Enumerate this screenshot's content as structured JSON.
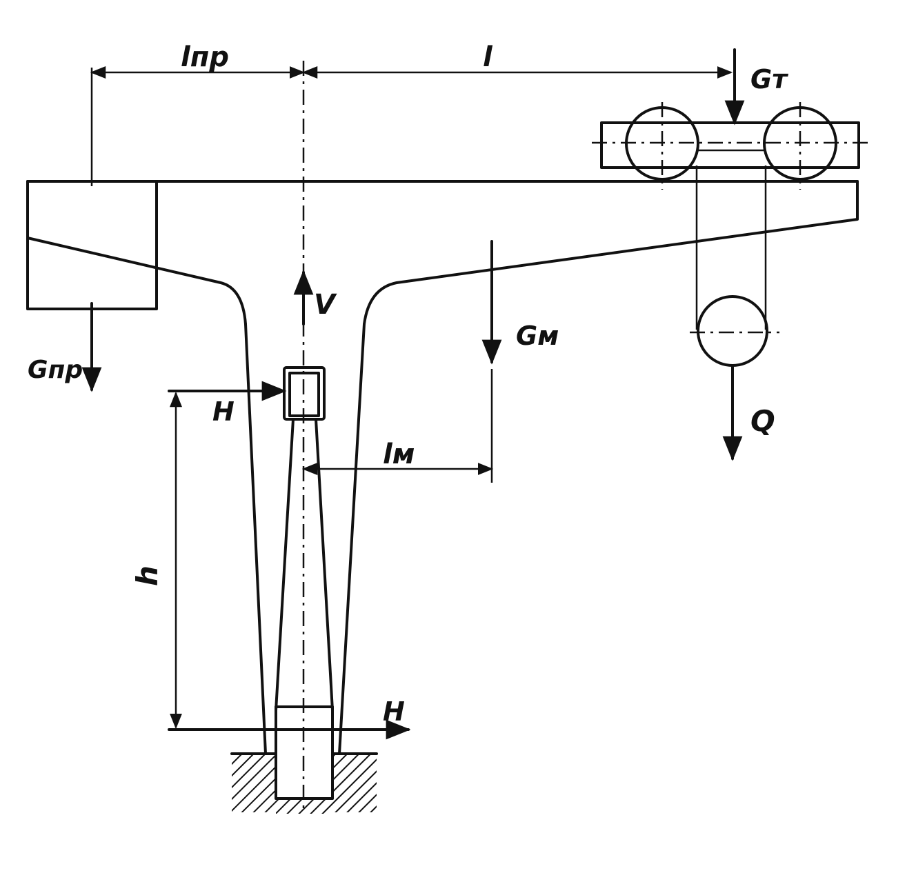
{
  "labels": {
    "l_pr": "lпр",
    "l": "l",
    "G_t": "Gт",
    "V": "V",
    "G_m": "Gм",
    "G_pr": "Gпр",
    "H_top": "H",
    "l_m": "lм",
    "Q": "Q",
    "h": "h",
    "H_bottom": "H"
  },
  "colors": {
    "ink": "#111111",
    "paper": "#ffffff"
  }
}
